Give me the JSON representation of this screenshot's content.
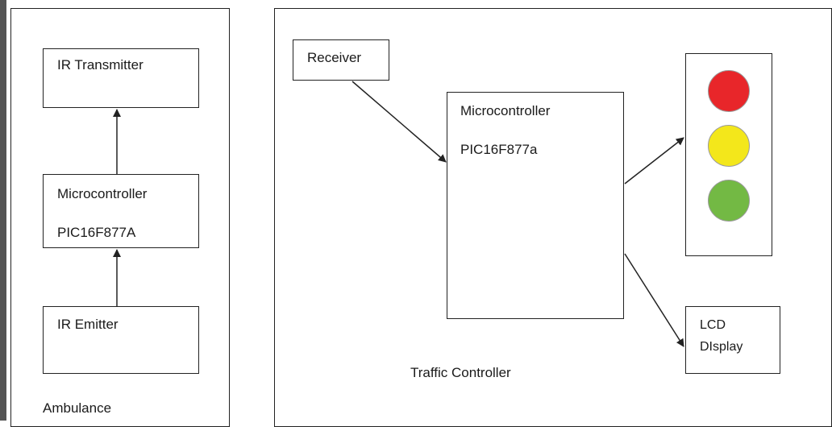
{
  "ambulance": {
    "title": "Ambulance",
    "transmitter_label": "IR Transmitter",
    "micro_label": "Microcontroller",
    "micro_model": "PIC16F877A",
    "emitter_label": "IR Emitter"
  },
  "traffic": {
    "title": "Traffic Controller",
    "receiver_label": "Receiver",
    "micro_label": "Microcontroller",
    "micro_model": "PIC16F877a",
    "lcd_line1": "LCD",
    "lcd_line2": "DIsplay"
  },
  "colors": {
    "red_light": "#e8262a",
    "yellow_light": "#f3e71b",
    "green_light": "#73b944",
    "line": "#222222"
  }
}
